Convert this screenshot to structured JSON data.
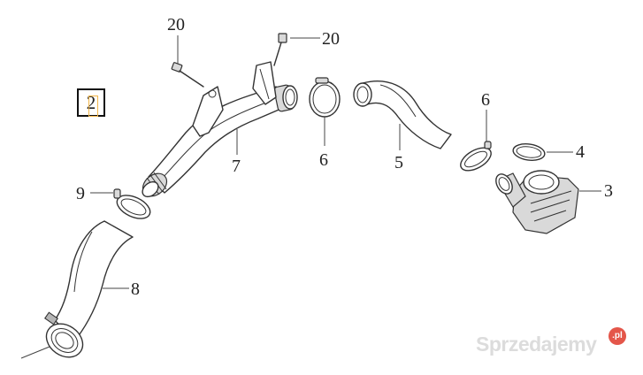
{
  "group_label": "2",
  "callouts": {
    "c20_top": "20",
    "c20_right": "20",
    "c6_mid": "6",
    "c6_right": "6",
    "c5": "5",
    "c4": "4",
    "c3": "3",
    "c7": "7",
    "c9": "9",
    "c8": "8"
  },
  "watermark": {
    "text": "Sprzedajemy",
    "badge": ".pl"
  }
}
